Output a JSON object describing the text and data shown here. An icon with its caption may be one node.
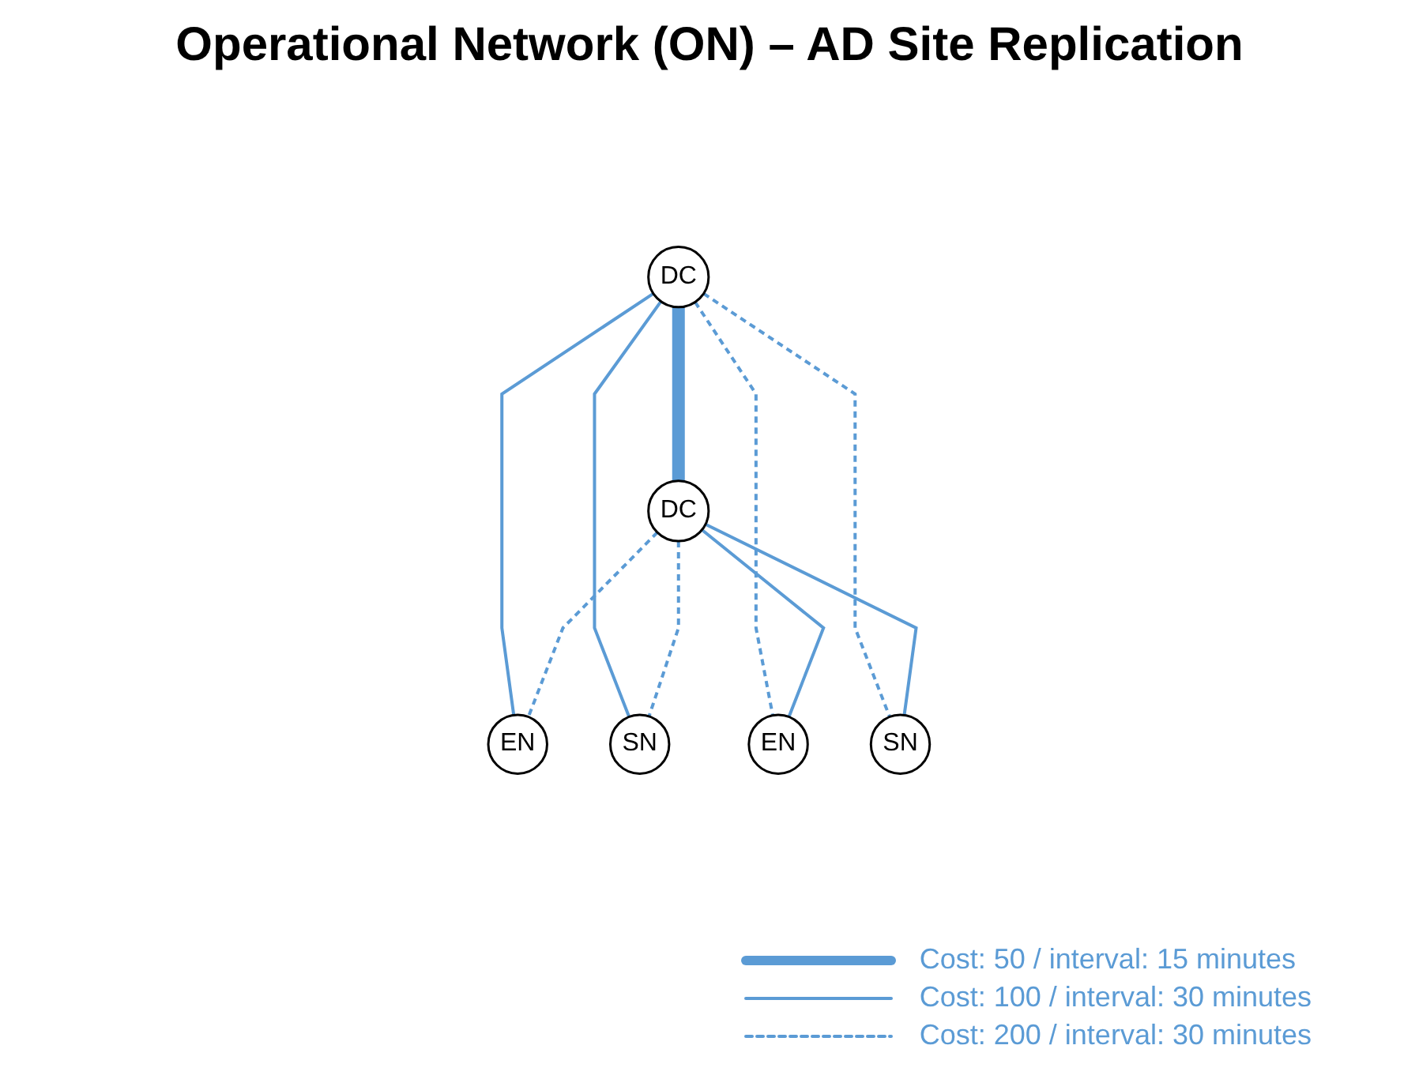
{
  "diagram": {
    "title": "Operational Network (ON) – AD Site Replication",
    "nodes": [
      {
        "text": [
          "DC"
        ]
      },
      {
        "text": [
          "DC"
        ]
      },
      {
        "text": [
          "EN"
        ]
      },
      {
        "text": [
          "SN"
        ]
      },
      {
        "text": [
          "EN"
        ]
      },
      {
        "text": [
          "SN"
        ]
      }
    ],
    "edges": [
      {
        "from": 0,
        "to": 1,
        "arrow": "none",
        "style": "thick"
      },
      {
        "from": 0,
        "to": 2,
        "arrow": "none"
      },
      {
        "from": 0,
        "to": 3,
        "arrow": "none"
      },
      {
        "from": 0,
        "to": 4,
        "arrow": "none",
        "style": "dashed"
      },
      {
        "from": 0,
        "to": 5,
        "arrow": "none",
        "style": "dashed"
      },
      {
        "from": 1,
        "to": 2,
        "arrow": "none",
        "style": "dashed"
      },
      {
        "from": 1,
        "to": 3,
        "arrow": "none",
        "style": "dashed"
      },
      {
        "from": 1,
        "to": 4,
        "arrow": "none"
      },
      {
        "from": 1,
        "to": 5,
        "arrow": "none"
      }
    ],
    "legend": [
      {
        "text": "Cost: 50 / interval: 15 minutes"
      },
      {
        "text": "Cost: 100 / interval: 30 minutes"
      },
      {
        "text": "Cost: 200 / interval: 30 minutes"
      }
    ]
  }
}
